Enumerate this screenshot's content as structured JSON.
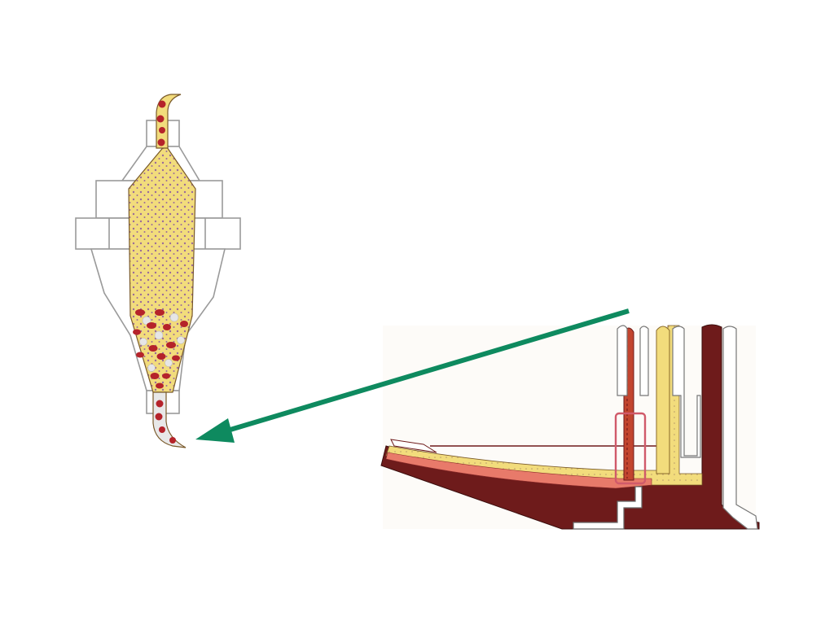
{
  "diagram": {
    "colors": {
      "plasma_yellow": "#f2dc7c",
      "plasma_dots": "#9a6a9a",
      "red_cell": "#b5232a",
      "dark_red": "#6e1b1b",
      "pink_layer": "#e87a6a",
      "white_cell": "#e8e8e8",
      "housing_outline": "#999999",
      "housing_fill": "#ffffff",
      "arrow_green": "#0e8a5f",
      "highlight_box": "#d05a6a"
    },
    "components": [
      {
        "id": "separation-chamber-cross-section",
        "icon": "centrifuge-separation-cone"
      },
      {
        "id": "blood-processing-channel-cross-section",
        "icon": "centrifuge-bowl-channel"
      },
      {
        "id": "connecting-arrow",
        "icon": "arrow-left-icon"
      }
    ]
  }
}
